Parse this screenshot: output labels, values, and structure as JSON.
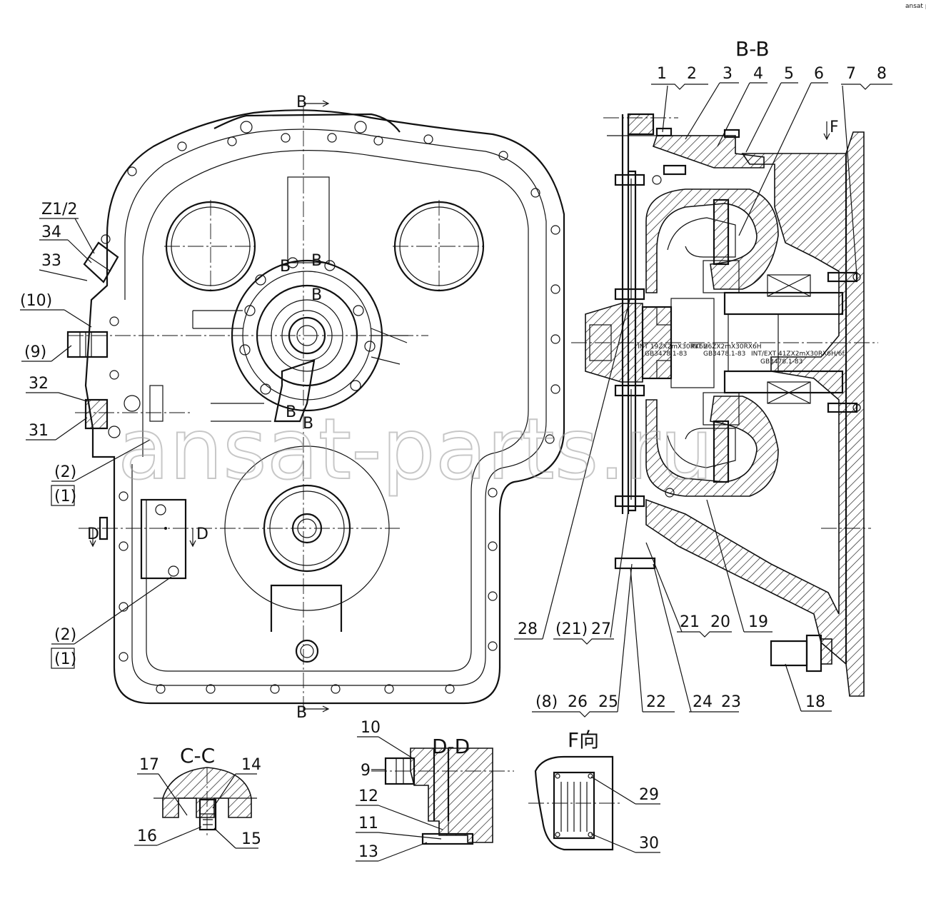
{
  "corner_mark": "ansat parts",
  "watermark": "ansat-parts.ru",
  "section_labels": {
    "bb": "B-B",
    "cc": "C-C",
    "dd": "D-D",
    "f_view": "F向",
    "f_arrow": "F",
    "b_mark": "B",
    "d_mark": "D"
  },
  "callouts": {
    "n1": "1",
    "n2": "2",
    "n3": "3",
    "n4": "4",
    "n5": "5",
    "n6": "6",
    "n7": "7",
    "n8": "8",
    "n9": "9",
    "n10": "10",
    "n11": "11",
    "n12": "12",
    "n13": "13",
    "n14": "14",
    "n15": "15",
    "n16": "16",
    "n17": "17",
    "n18": "18",
    "n19": "19",
    "n20": "20",
    "n21": "21",
    "n22": "22",
    "n23": "23",
    "n24": "24",
    "n25": "25",
    "n26": "26",
    "n27": "27",
    "n28": "28",
    "n29": "29",
    "n30": "30",
    "n31": "31",
    "n32": "32",
    "n33": "33",
    "n34": "34",
    "p9": "(9)",
    "p10": "(10)",
    "p2": "(2)",
    "p1": "(1)",
    "p21": "(21)",
    "p8": "(8)",
    "z12": "Z1/2"
  },
  "spline_notes": {
    "a1": "INT 19ZX2mX30RX6H",
    "a2": "GB3478.1-83",
    "b1": "INT 26ZX2mX30RX6H",
    "b2": "GB3478.1-83",
    "c1": "INT/EXT 41ZX2mX30RX6H/6f",
    "c2": "GB3478.1-83"
  }
}
